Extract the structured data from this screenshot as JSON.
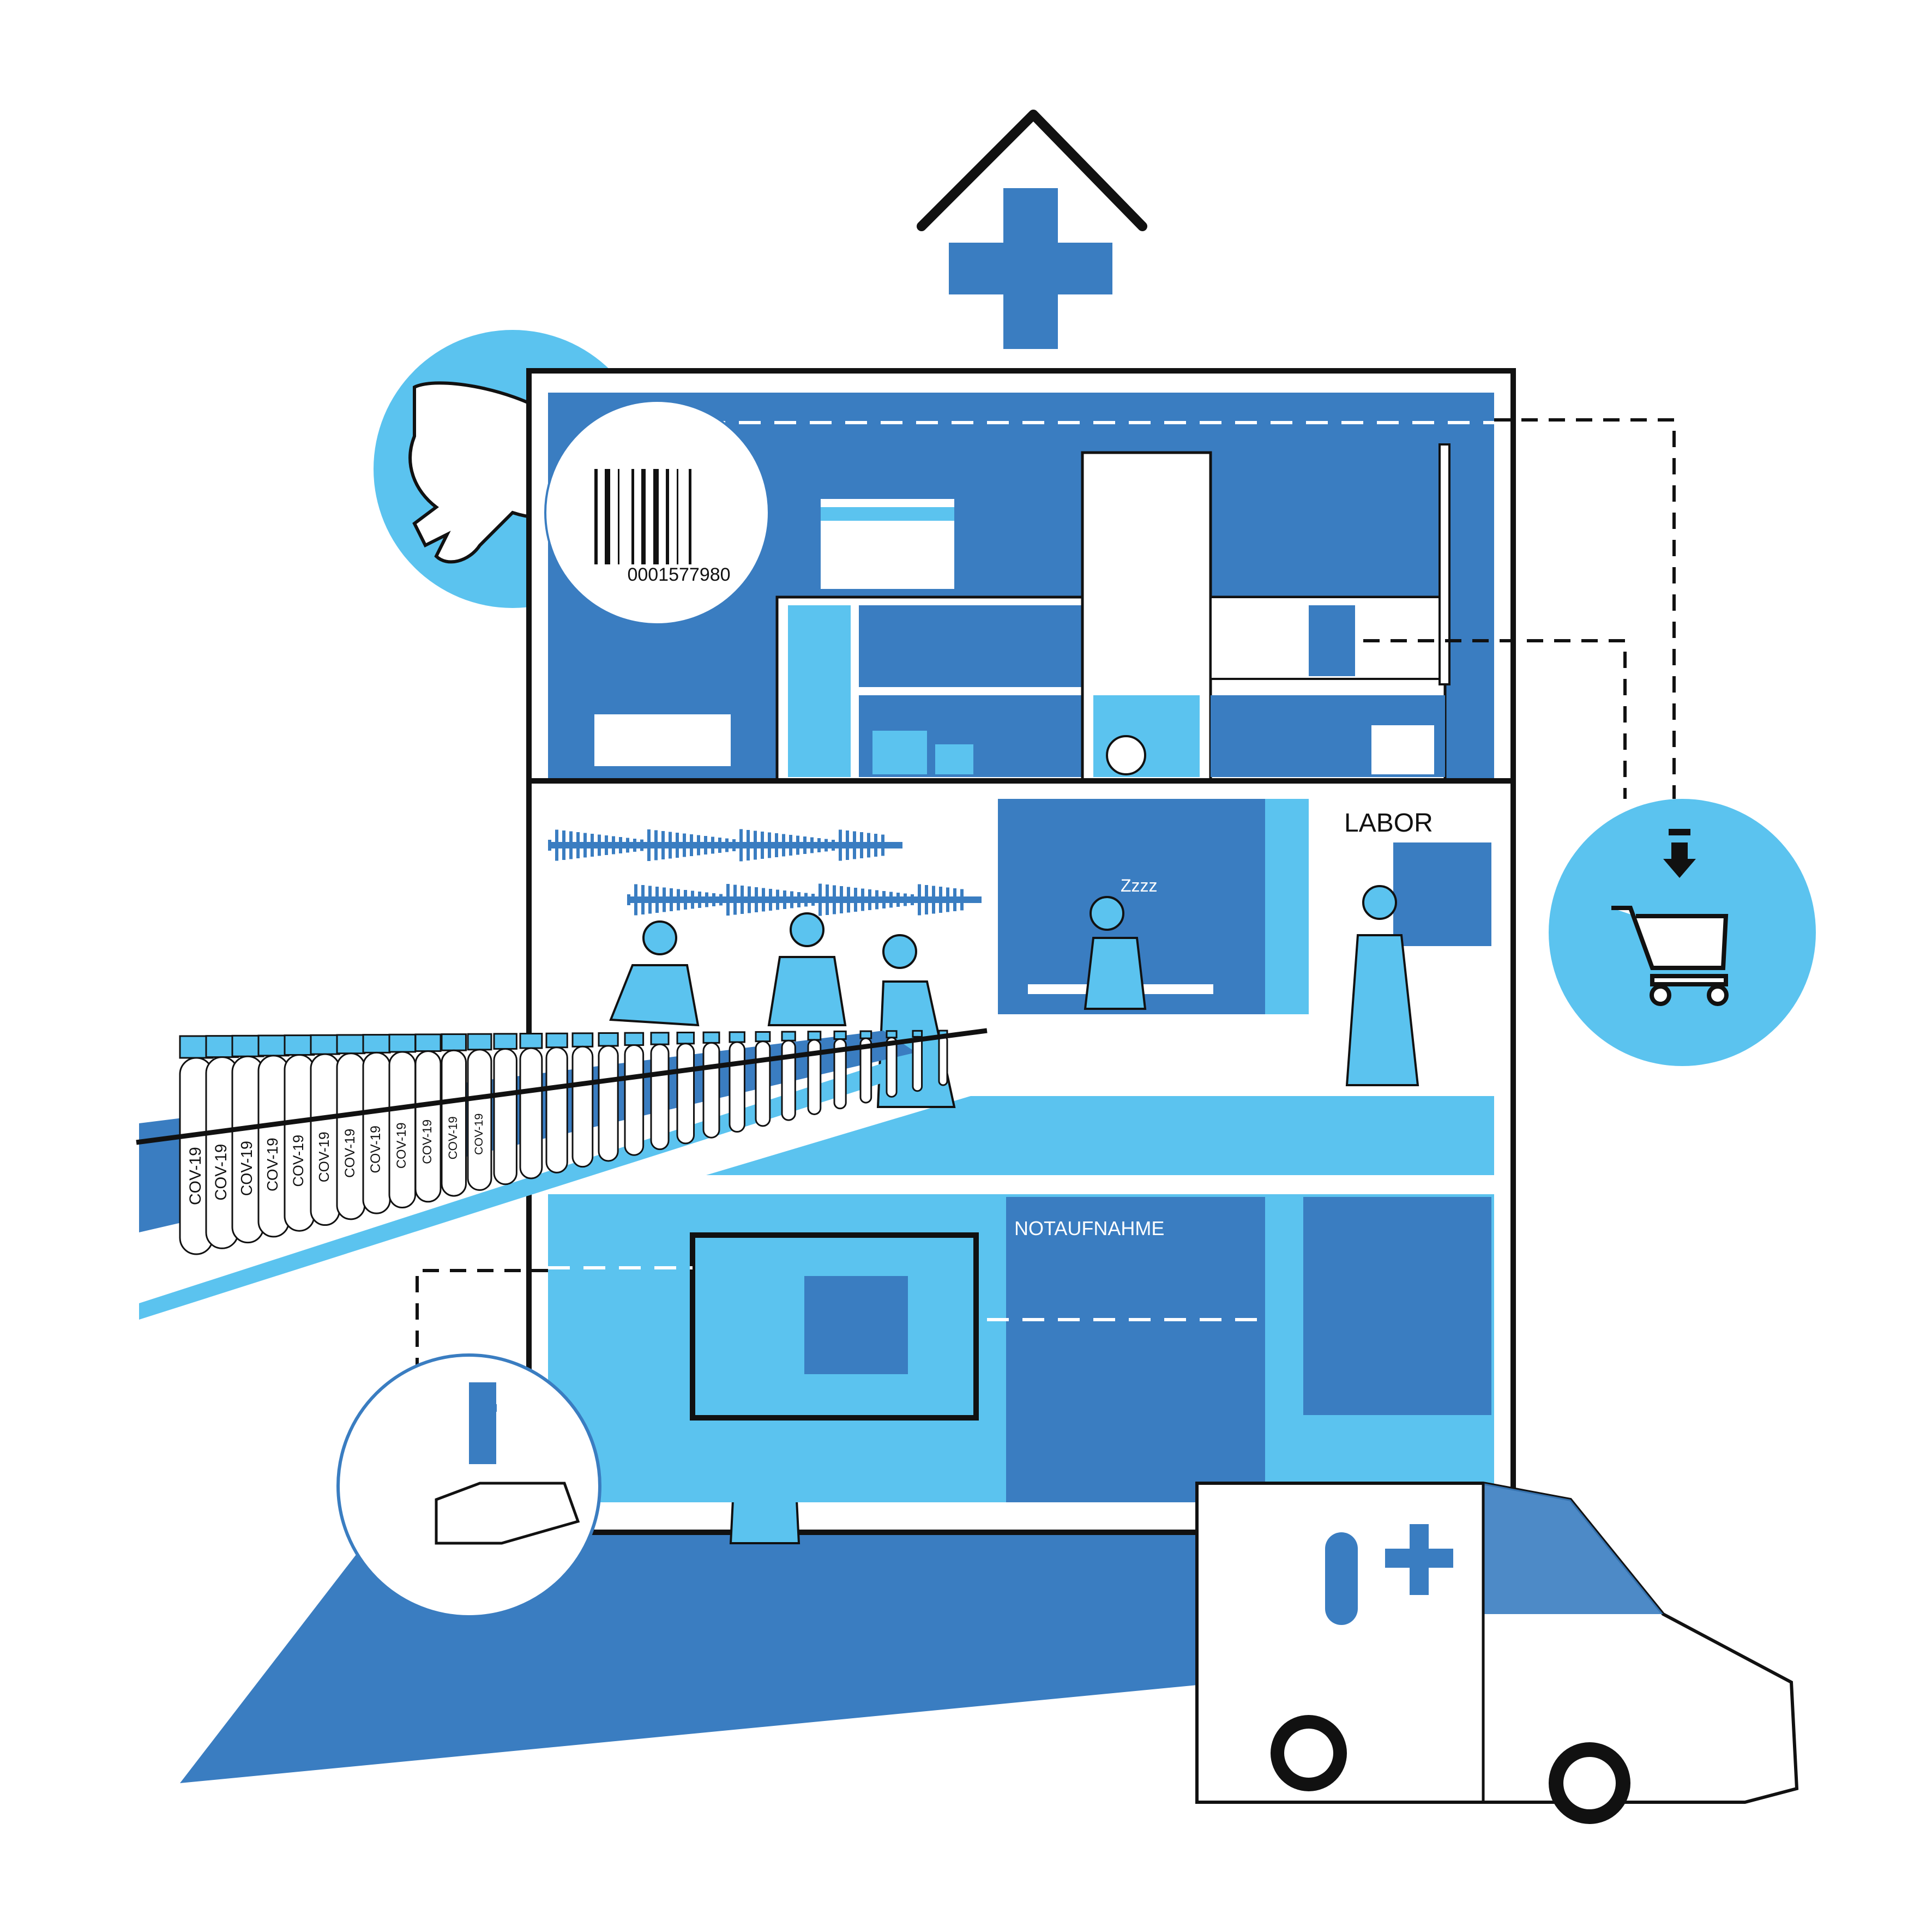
{
  "illustration": {
    "barcode_number": "0001577980",
    "room_labels": {
      "lab": "LABOR",
      "emergency": "NOTAUFNAHME"
    },
    "sleep_text": "Zzzz",
    "tube_label": "COV-19"
  },
  "colors": {
    "dark_blue": "#3a7dc1",
    "light_blue": "#5bc3ef",
    "outline": "#111111",
    "white": "#ffffff"
  },
  "icons": [
    "house-roof-icon",
    "medical-cross-icon",
    "barcode-scanner-icon",
    "shopping-cart-icon",
    "down-arrow-icon",
    "ambulance-icon"
  ]
}
